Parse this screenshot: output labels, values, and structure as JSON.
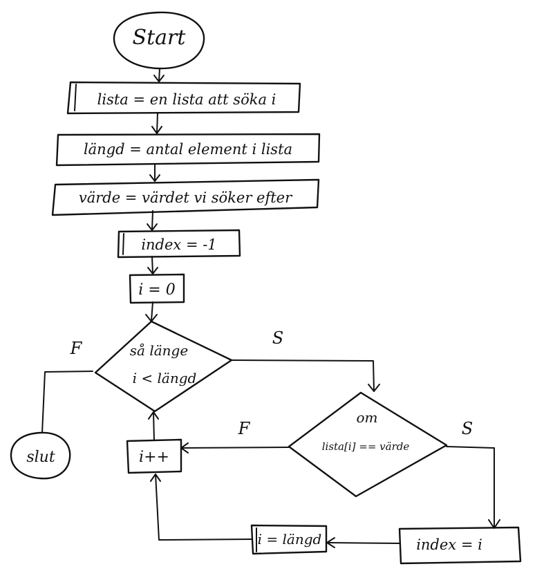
{
  "nodes": {
    "start": "Start",
    "lista": "lista = en lista att söka i",
    "langd": "längd = antal element i lista",
    "varde": "värde = värdet vi söker efter",
    "index_init": "index = -1",
    "i_init": "i = 0",
    "while_line1": "så länge",
    "while_line2": "i < längd",
    "if_line1": "om",
    "if_line2": "lista[i] == värde",
    "increment": "i++",
    "set_index": "index = i",
    "set_i": "i = längd",
    "end": "slut"
  },
  "edges": {
    "while_false": "F",
    "while_true": "S",
    "if_false": "F",
    "if_true": "S"
  }
}
